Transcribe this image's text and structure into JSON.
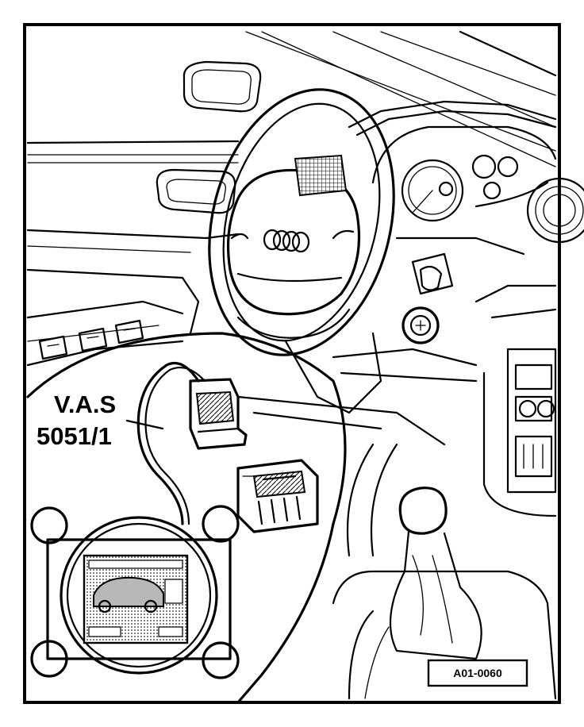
{
  "callout": {
    "line1": "V.A.S",
    "line2": "5051/1"
  },
  "reference_id": "A01-0060",
  "colors": {
    "ink": "#000000",
    "paper": "#ffffff",
    "screen_shade": "#b8b8b8"
  }
}
